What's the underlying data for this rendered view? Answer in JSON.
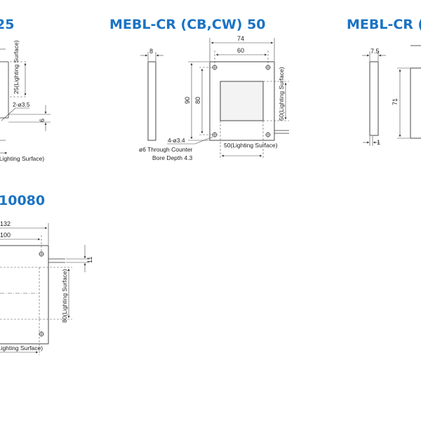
{
  "diagrams": [
    {
      "title": "25",
      "labels": {
        "lighting_height": "25(Lighting Surface)",
        "hole": "2-ø3.5",
        "depth": "6",
        "lighting_width": "(Lighting Surface)"
      }
    },
    {
      "title": "MEBL-CR (CB,CW) 50",
      "labels": {
        "side_thickness": "8",
        "outer_width": "74",
        "hole_pitch_x": "60",
        "outer_height": "90",
        "hole_pitch_y": "80",
        "holes": "4-ø3.4",
        "counterbore_1": "ø6 Through Counter",
        "counterbore_2": "Bore Depth 4.3",
        "lighting_width": "50(Lighting Surface)",
        "lighting_height": "50(Lighting Surface)"
      }
    },
    {
      "title": "MEBL-CR (C",
      "labels": {
        "side_thickness": "7.5",
        "height": "71",
        "base": "1"
      }
    },
    {
      "title": "10080",
      "labels": {
        "outer_width": "132",
        "hole_pitch_x": "100",
        "cable": "11",
        "lighting_height": "80(Lighting Surface)",
        "lighting_width": "(Lighting Surface)"
      }
    }
  ]
}
